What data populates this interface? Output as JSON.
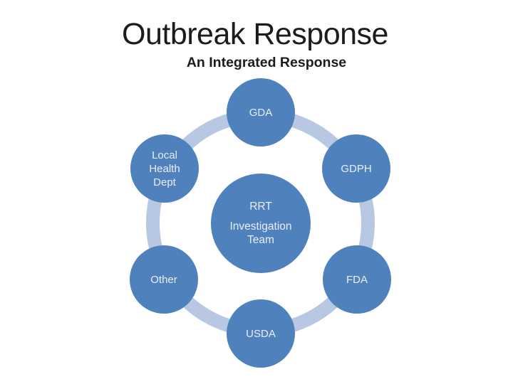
{
  "slide": {
    "title": "Outbreak Response",
    "subtitle": "An Integrated Response"
  },
  "diagram": {
    "type": "radial-cycle",
    "center_node": {
      "line1": "RRT",
      "line2": "Investigation Team"
    },
    "satellite_nodes": [
      {
        "label": "GDA",
        "position": "top"
      },
      {
        "label": "GDPH",
        "position": "upper-right"
      },
      {
        "label": "FDA",
        "position": "lower-right"
      },
      {
        "label": "USDA",
        "position": "bottom"
      },
      {
        "label": "Other",
        "position": "lower-left"
      },
      {
        "label": "Local Health Dept",
        "position": "upper-left"
      }
    ],
    "colors": {
      "node_fill": "#4f81bd",
      "connector_ring": "#b9c8e2",
      "node_text": "#e9eff8",
      "title_text": "#1c1c1c"
    }
  }
}
